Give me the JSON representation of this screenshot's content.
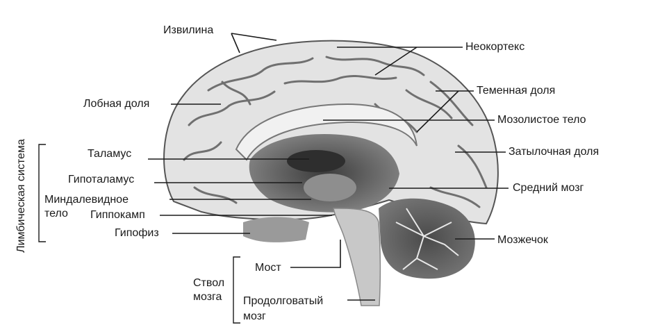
{
  "labels": {
    "izvilina": "Извилина",
    "neocortex": "Неокортекс",
    "frontal": "Лобная доля",
    "parietal": "Теменная доля",
    "corpus_callosum": "Мозолистое тело",
    "occipital": "Затылочная доля",
    "thalamus": "Таламус",
    "hypothalamus": "Гипоталамус",
    "amygdala_1": "Миндалевидное",
    "amygdala_2": "тело",
    "hippocampus": "Гиппокамп",
    "pituitary": "Гипофиз",
    "midbrain": "Средний мозг",
    "cerebellum": "Мозжечок",
    "pons": "Мост",
    "brainstem_1": "Ствол",
    "brainstem_2": "мозга",
    "medulla_1": "Продолговатый",
    "medulla_2": "мозг",
    "limbic_system": "Лимбическая система"
  },
  "colors": {
    "line": "#1a1a1a",
    "cortex": "#e2e2e2",
    "sulcus": "#6e6e6e",
    "deep": "#4a4a4a",
    "stem": "#c9c9c9",
    "cerebellum": "#5a5a5a"
  }
}
